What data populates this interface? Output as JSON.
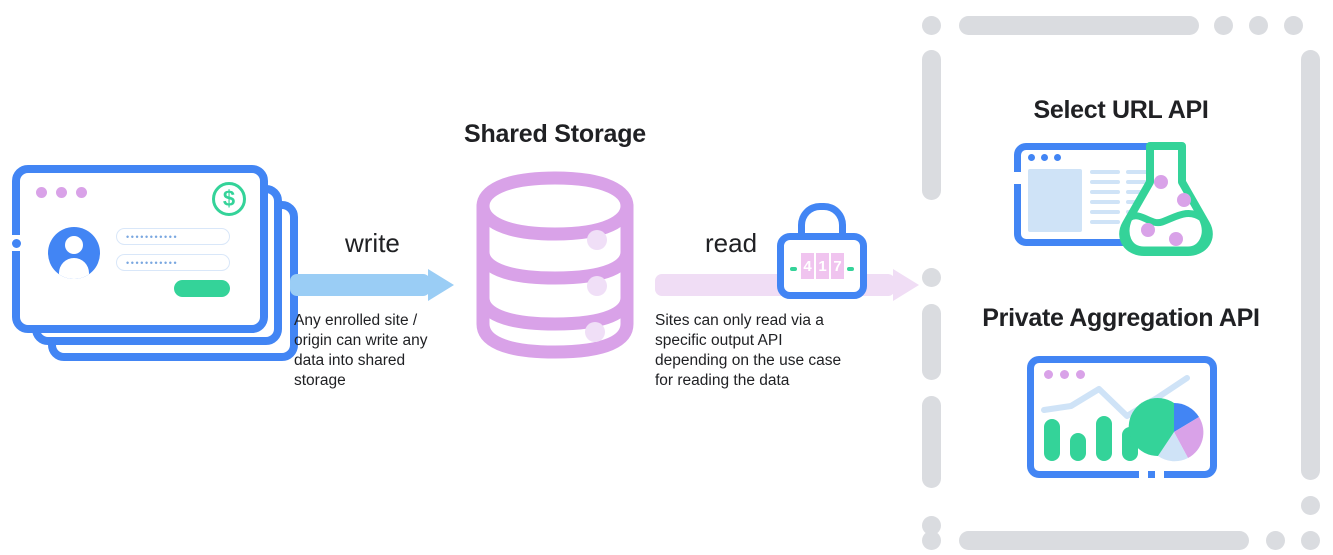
{
  "diagram": {
    "title_shared_storage": "Shared Storage",
    "write": {
      "label": "write",
      "caption": "Any enrolled site /\norigin can write any\ndata into shared\nstorage",
      "arrow_color": "#9acdf5",
      "direction": "right"
    },
    "read": {
      "label": "read",
      "caption": "Sites can only read via a\nspecific output API\ndepending on the use case\nfor reading the data",
      "arrow_color": "#f0ddf5",
      "direction": "right"
    },
    "lock": {
      "digits": [
        "4",
        "1",
        "7"
      ],
      "combination": "417",
      "body_color": "#4285f4",
      "dial_color": "#f0c4ef",
      "tick_color": "#34d399"
    },
    "storage": {
      "tier_count": 3,
      "color": "#d9a2e8",
      "dot_color": "#f0dff7"
    }
  },
  "source_windows": {
    "count": 3,
    "border_color": "#4285f4",
    "titlebar_dot_color": "#d9a2e8",
    "titlebar_dots": 3,
    "badge_symbol": "$",
    "badge_color": "#34d399",
    "field_placeholder_1": "•••••••••••",
    "field_placeholder_2": "•••••••••••",
    "submit_color": "#34d399"
  },
  "api_panel": {
    "border_color": "#dadce0",
    "items": [
      {
        "title": "Select URL API",
        "icon": "browser-window-with-flask-icon",
        "flask_color": "#34d399",
        "flask_dot_color": "#d9a2e8",
        "window_color": "#4285f4",
        "content_color": "#cfe3f7"
      },
      {
        "title": "Private Aggregation API",
        "icon": "browser-window-with-charts-icon",
        "window_color": "#4285f4",
        "titlebar_dot_color": "#d9a2e8",
        "bar_color": "#34d399",
        "line_color": "#cfe3f7",
        "pie_slices": [
          {
            "color": "#34d399",
            "pct": 50
          },
          {
            "color": "#4285f4",
            "pct": 20
          },
          {
            "color": "#d9a2e8",
            "pct": 16
          },
          {
            "color": "#cfe3f7",
            "pct": 14
          }
        ],
        "bar_count": 4
      }
    ]
  }
}
